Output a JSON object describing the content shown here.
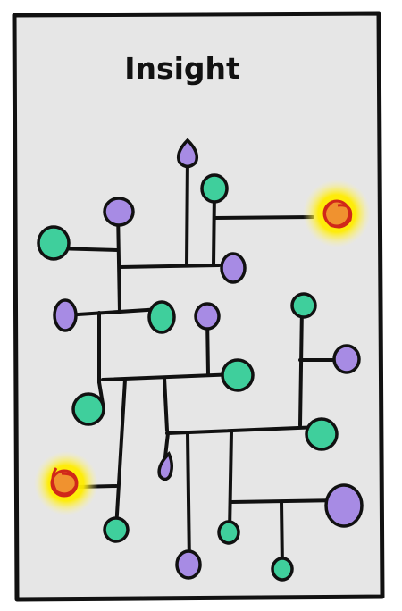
{
  "title": "Insight",
  "colors": {
    "background": "#e6e6e6",
    "frame": "#111111",
    "line": "#111111",
    "node_teal": "#3fcf9c",
    "node_purple": "#a78be4",
    "highlight_glow": "#ffe600",
    "highlight_node": "#f0922f",
    "highlight_outline": "#d0281a"
  },
  "node_kinds": [
    "teal",
    "purple",
    "teal",
    "purple",
    "purple",
    "teal",
    "purple",
    "teal",
    "purple",
    "teal",
    "teal",
    "teal",
    "purple",
    "teal",
    "purple",
    "teal",
    "teal",
    "purple",
    "teal",
    "purple",
    "teal"
  ],
  "highlighted_nodes": 2
}
